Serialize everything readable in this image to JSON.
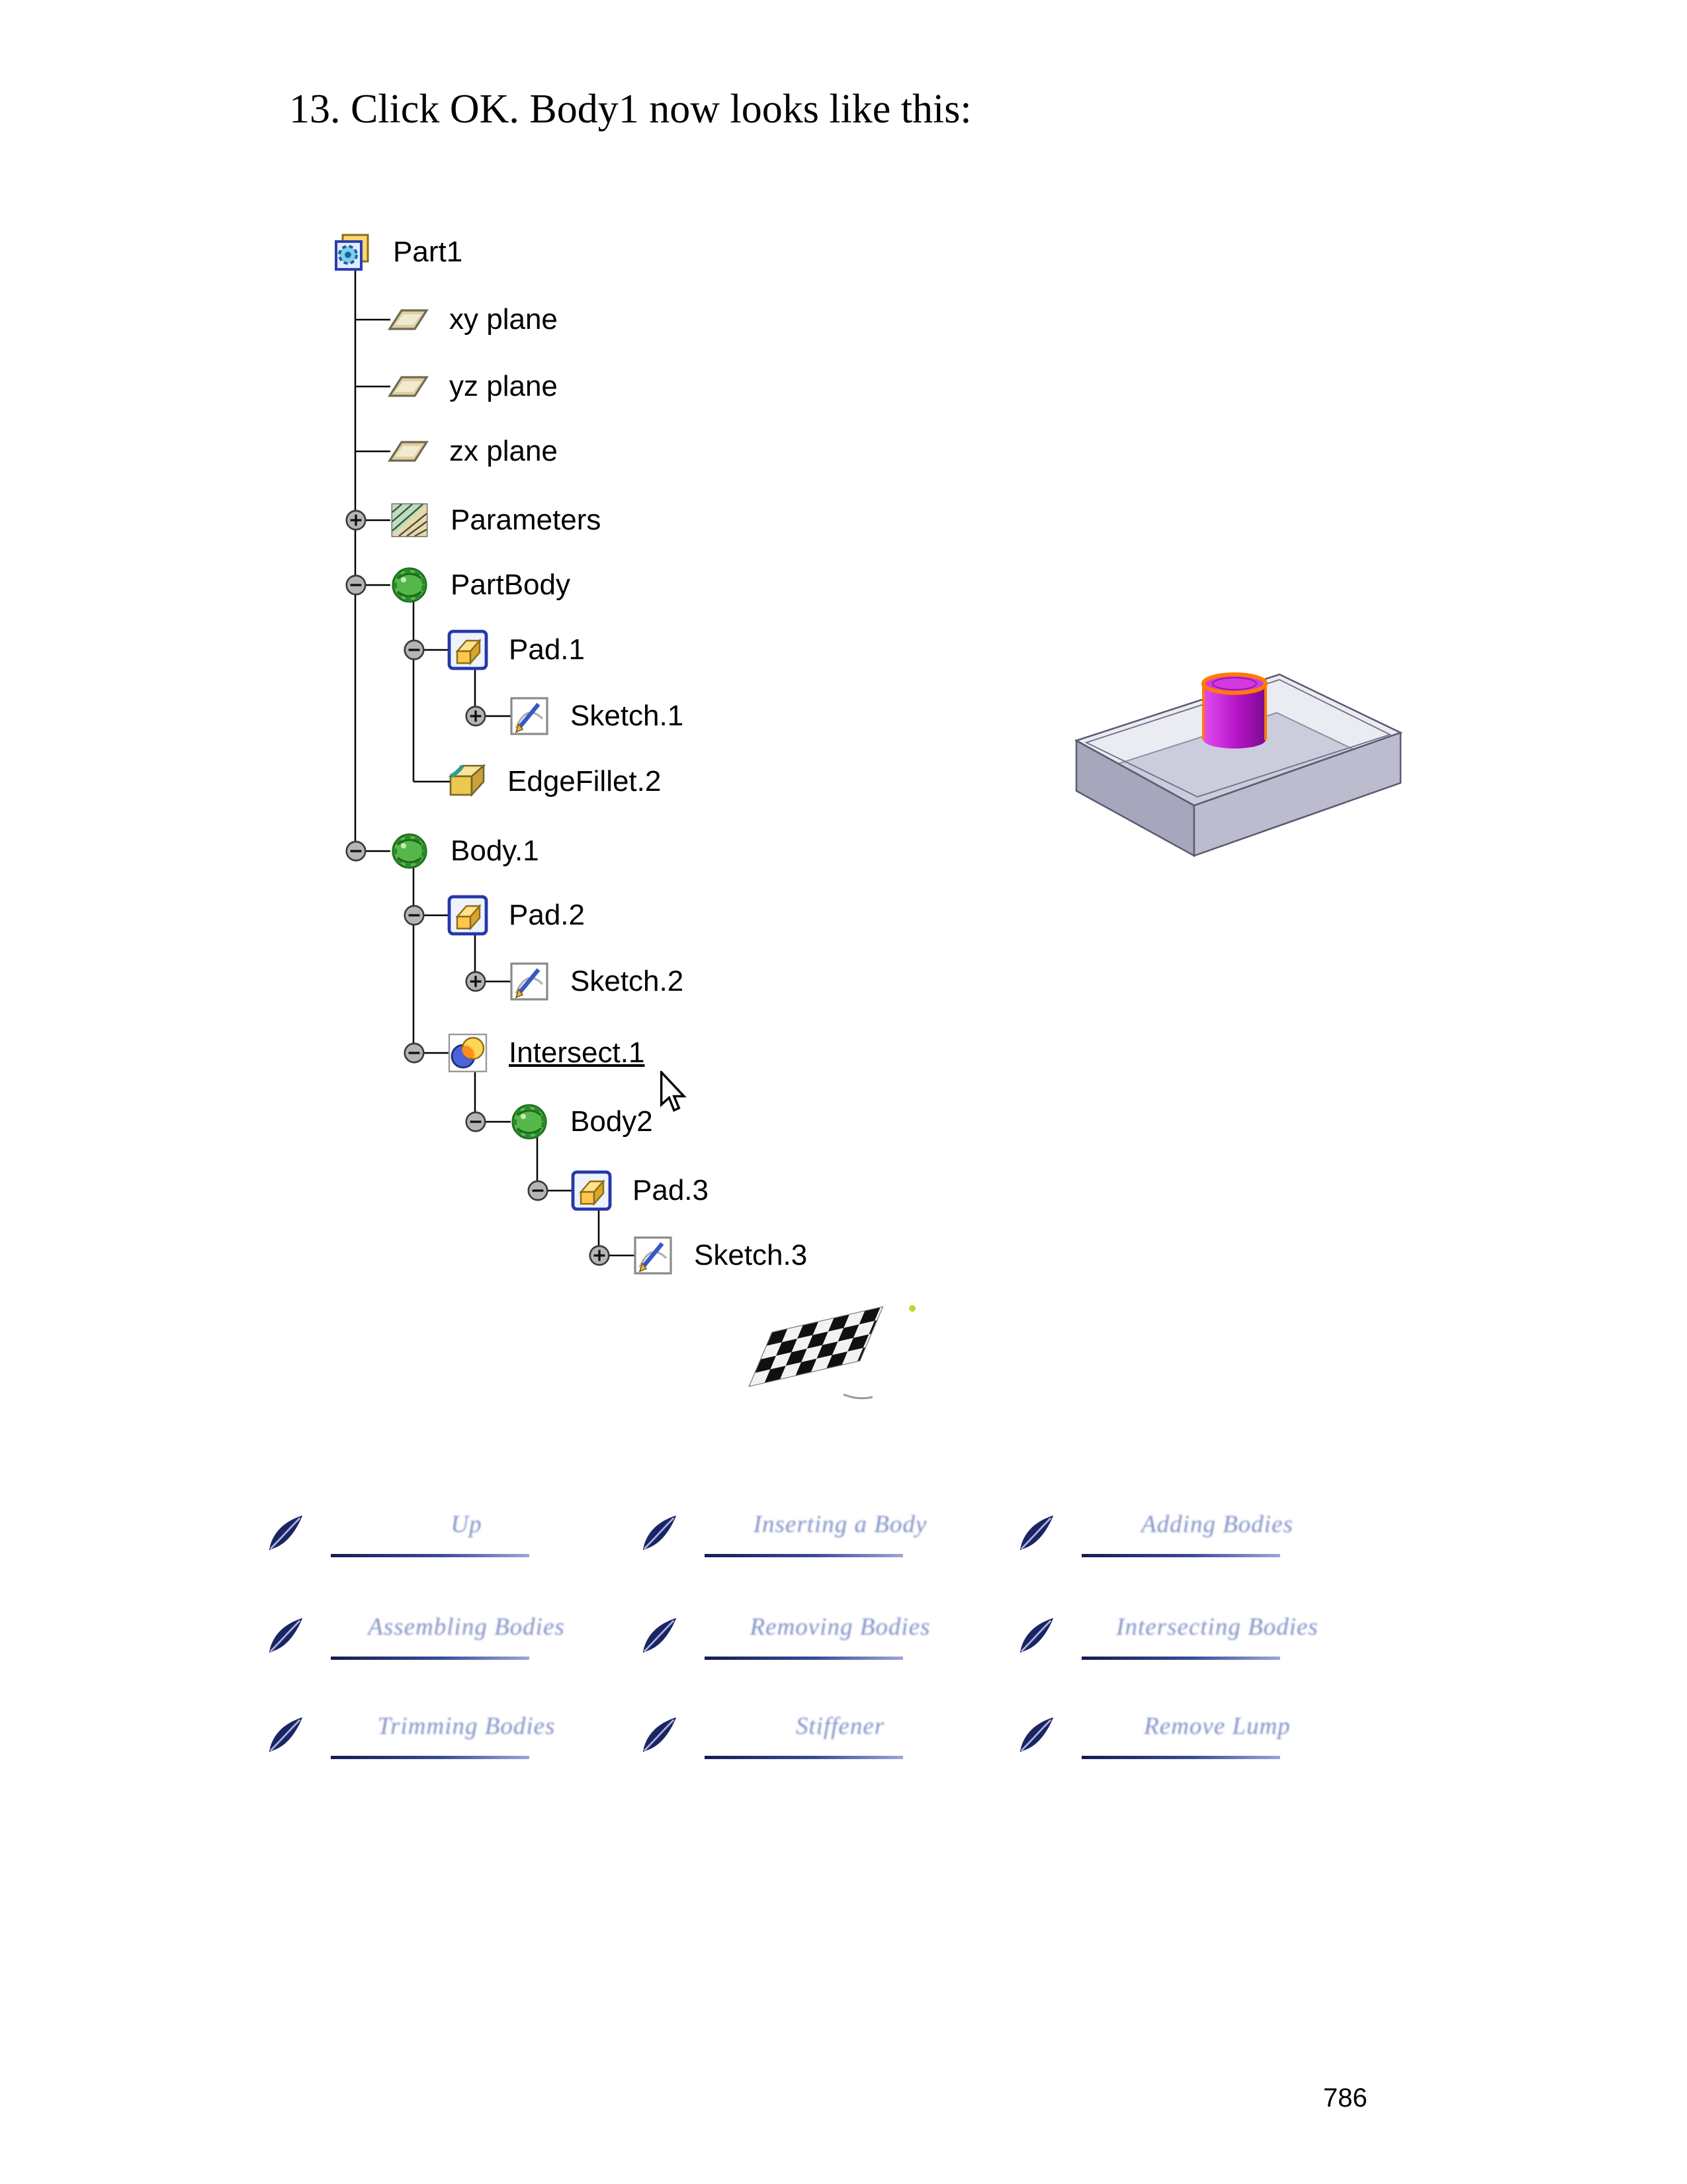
{
  "page": {
    "heading": "13. Click OK. Body1 now looks like this:",
    "page_number": "786"
  },
  "tree": {
    "root": {
      "label": "Part1",
      "icon": "part-icon"
    },
    "items": [
      {
        "label": "xy plane",
        "icon": "plane-icon",
        "expander": "none"
      },
      {
        "label": "yz plane",
        "icon": "plane-icon",
        "expander": "none"
      },
      {
        "label": "zx plane",
        "icon": "plane-icon",
        "expander": "none"
      },
      {
        "label": "Parameters",
        "icon": "parameters-icon",
        "expander": "plus"
      },
      {
        "label": "PartBody",
        "icon": "body-icon",
        "expander": "minus"
      },
      {
        "label": "Pad.1",
        "icon": "pad-icon",
        "expander": "minus"
      },
      {
        "label": "Sketch.1",
        "icon": "sketch-icon",
        "expander": "plus"
      },
      {
        "label": "EdgeFillet.2",
        "icon": "edge-fillet-icon",
        "expander": "none"
      },
      {
        "label": "Body.1",
        "icon": "body-icon",
        "expander": "minus"
      },
      {
        "label": "Pad.2",
        "icon": "pad-icon",
        "expander": "minus"
      },
      {
        "label": "Sketch.2",
        "icon": "sketch-icon",
        "expander": "plus"
      },
      {
        "label": "Intersect.1",
        "icon": "intersect-icon",
        "expander": "minus",
        "selected": true
      },
      {
        "label": "Body2",
        "icon": "body-icon",
        "expander": "minus"
      },
      {
        "label": "Pad.3",
        "icon": "pad-icon",
        "expander": "minus"
      },
      {
        "label": "Sketch.3",
        "icon": "sketch-icon",
        "expander": "plus"
      }
    ]
  },
  "model_view": {
    "box_color": "#b0b0c4",
    "cylinder_color": "#b414c8",
    "highlight_color": "#ff7a00"
  },
  "nav_links": [
    {
      "label": "Up"
    },
    {
      "label": "Inserting a Body"
    },
    {
      "label": "Adding Bodies"
    },
    {
      "label": "Assembling Bodies"
    },
    {
      "label": "Removing Bodies"
    },
    {
      "label": "Intersecting Bodies"
    },
    {
      "label": "Trimming Bodies"
    },
    {
      "label": "Stiffener"
    },
    {
      "label": "Remove Lump"
    }
  ],
  "colors": {
    "link_text": "#8292c8",
    "link_rule": "#141c54",
    "tree_text": "#000000"
  }
}
